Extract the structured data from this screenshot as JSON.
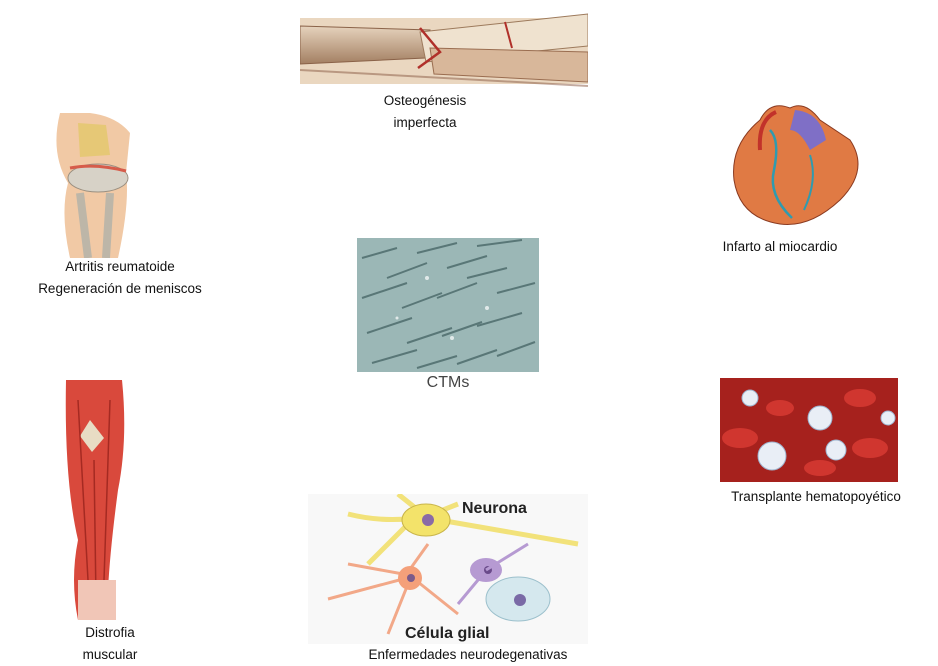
{
  "center": {
    "label": "CTMs"
  },
  "nodes": {
    "bone": {
      "lines": [
        "Osteogénesis",
        "imperfecta"
      ]
    },
    "knee": {
      "lines": [
        "Artritis reumatoide",
        "Regeneración de meniscos"
      ]
    },
    "heart": {
      "lines": [
        "Infarto al miocardio"
      ]
    },
    "blood": {
      "lines": [
        "Transplante hematopoyético"
      ]
    },
    "leg": {
      "lines": [
        "Distrofia",
        "muscular"
      ]
    },
    "neuron": {
      "lines": [
        "Enfermedades neurodegenativas"
      ],
      "image_labels": [
        "Neurona",
        "Célula glial"
      ]
    }
  },
  "colors": {
    "tissue_red": "#c8322a",
    "cell_grey": "#7a9a9c",
    "neuron_yellow": "#f3e36a"
  }
}
